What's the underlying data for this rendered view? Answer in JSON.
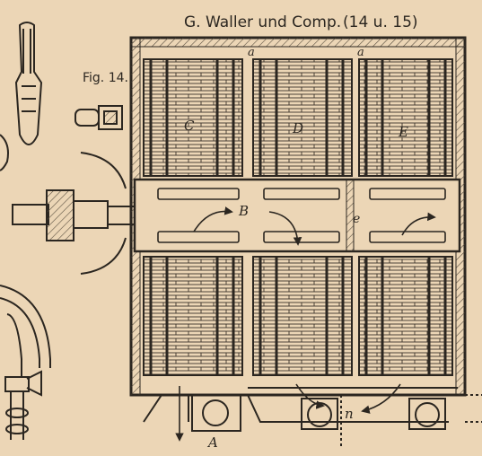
{
  "header": {
    "title": "G. Waller und Comp.",
    "subtitle": "(14 u. 15)",
    "figure_label": "Fig. 14."
  },
  "labels": {
    "chamber_c": "C",
    "chamber_d": "D",
    "chamber_e": "E",
    "channel_b": "B",
    "channel_e": "e",
    "mark_a_left": "a",
    "mark_a_right": "a",
    "inlet_a": "A",
    "outlet_n": "n"
  },
  "colors": {
    "paper": "#ecd6b6",
    "ink": "#2b2620",
    "hatch": "#8a7b66"
  }
}
